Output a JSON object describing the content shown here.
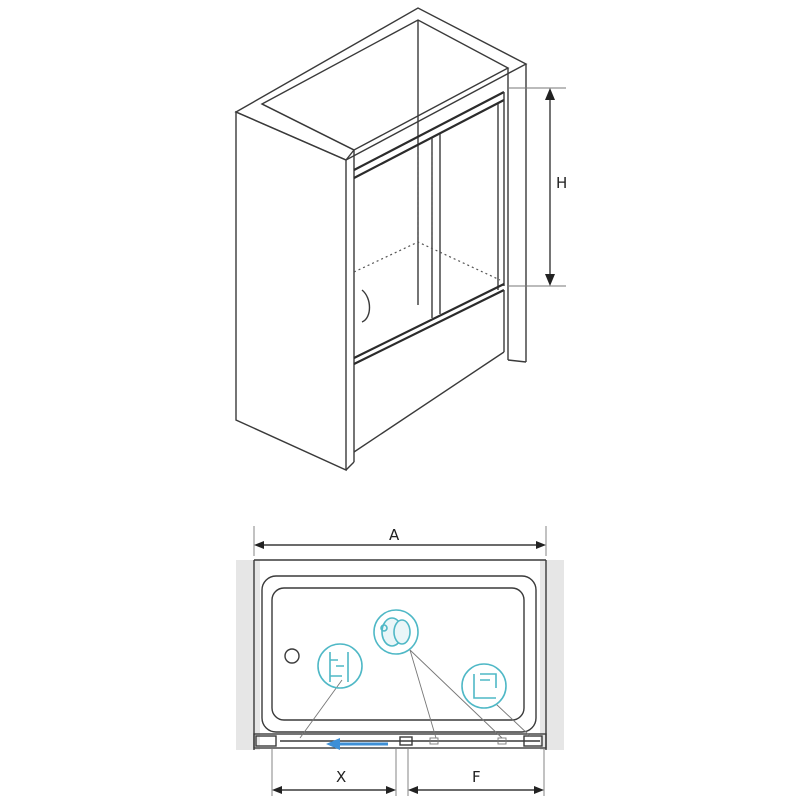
{
  "labels": {
    "height": "H",
    "width_total": "A",
    "fixed_width": "X",
    "door_width": "F"
  },
  "colors": {
    "line": "#3a3a3a",
    "wall_fill": "#e6e6e6",
    "accent_cyan": "#4fb8c6",
    "arrow_blue": "#3d8fd6"
  },
  "icons": [
    "roller-icon",
    "bracket-detail-icon",
    "corner-profile-icon",
    "drain-icon",
    "slide-direction-arrow-icon"
  ]
}
